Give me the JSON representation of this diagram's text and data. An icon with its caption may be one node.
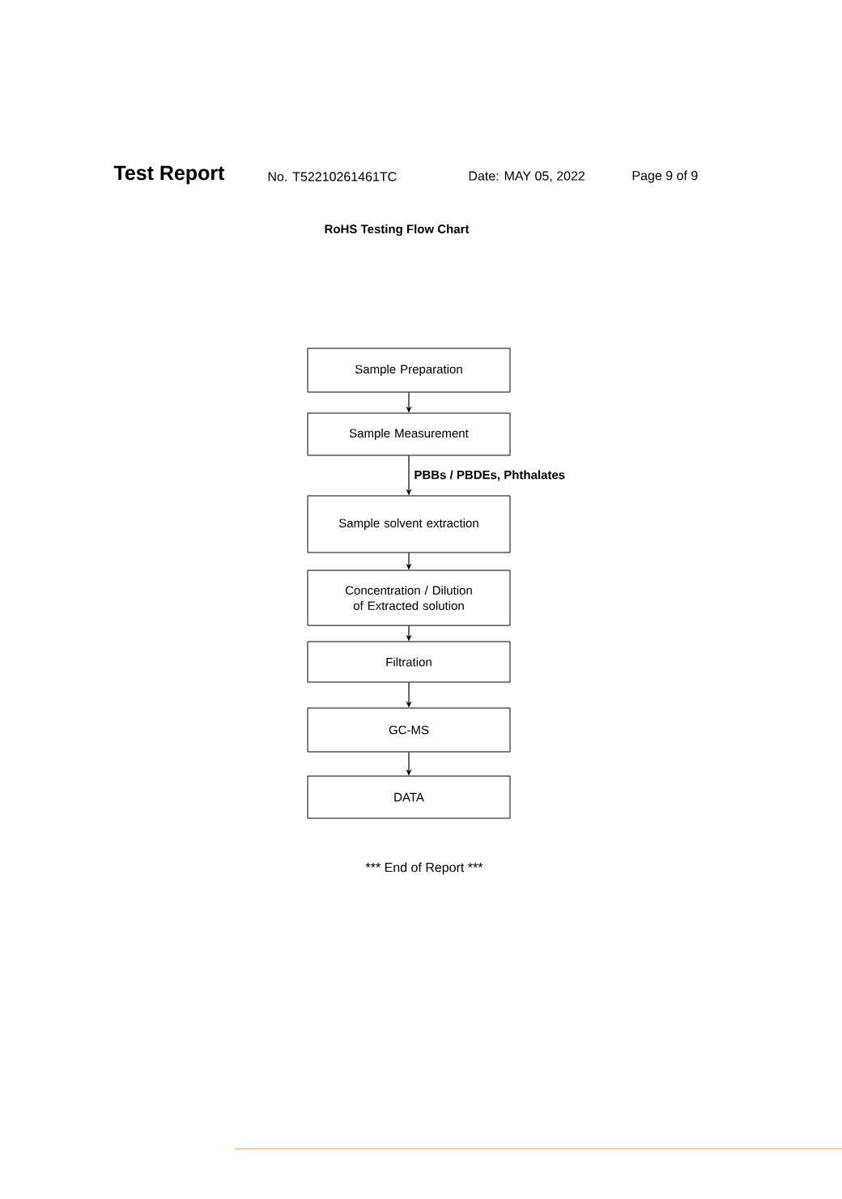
{
  "diagram": {
    "title": "RoHS Testing Flow Chart",
    "nodes": [
      {
        "text": [
          "Sample Preparation"
        ]
      },
      {
        "text": [
          "Sample Measurement"
        ]
      },
      {
        "text": [
          "Sample solvent extraction"
        ]
      },
      {
        "text": [
          "Concentration / Dilution of Extracted solution"
        ]
      },
      {
        "text": [
          "Filtration"
        ]
      },
      {
        "text": [
          "GC-MS"
        ]
      },
      {
        "text": [
          "DATA"
        ]
      }
    ],
    "edges": [
      {
        "from": 0,
        "to": 1,
        "arrow": "to"
      },
      {
        "from": 1,
        "to": 2,
        "arrow": "to",
        "label": "PBBs / PBDEs, Phthalates"
      },
      {
        "from": 2,
        "to": 3,
        "arrow": "to"
      },
      {
        "from": 3,
        "to": 4,
        "arrow": "to"
      },
      {
        "from": 4,
        "to": 5,
        "arrow": "to"
      },
      {
        "from": 5,
        "to": 6,
        "arrow": "to"
      }
    ],
    "labels": [
      "Test Report",
      "No. T52210261461TC",
      "Date:  MAY 05, 2022",
      "Page 9 of 9",
      "*** End of Report ***"
    ]
  }
}
